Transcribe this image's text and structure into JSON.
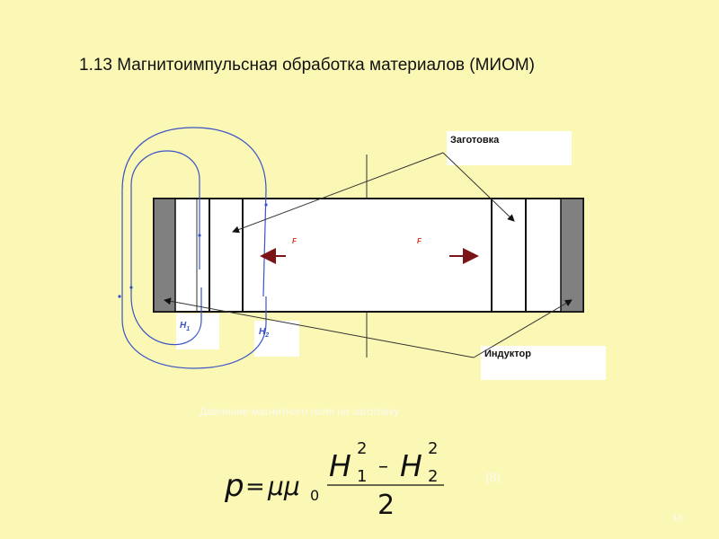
{
  "slide": {
    "title": "1.13 Магнитоимпульсная обработка материалов (МИОМ)",
    "page_number": "16"
  },
  "diagram": {
    "label_workpiece": "Заготовка",
    "label_inductor": "Индуктор",
    "force_label": "F",
    "field_label_h1": "H",
    "field_label_h1_sub": "1",
    "field_label_h2": "H",
    "field_label_h2_sub": "2",
    "caption": "Давление магнитного поля на заготовку"
  },
  "formula": {
    "lhs": "p",
    "equals": "=",
    "coef": "μμ",
    "coef_sub": "0",
    "num_h1": "H",
    "num_h1_sup": "2",
    "num_h1_sub": "1",
    "minus": "–",
    "num_h2": "H",
    "num_h2_sup": "2",
    "num_h2_sub": "2",
    "denominator": "2",
    "eq_number": "(8)"
  },
  "colors": {
    "background": "#fbf7b4",
    "field_lines": "#3a54c8",
    "force_arrow": "#7a1416",
    "inductor_fill": "#808080",
    "label_red": "#cc3322"
  }
}
